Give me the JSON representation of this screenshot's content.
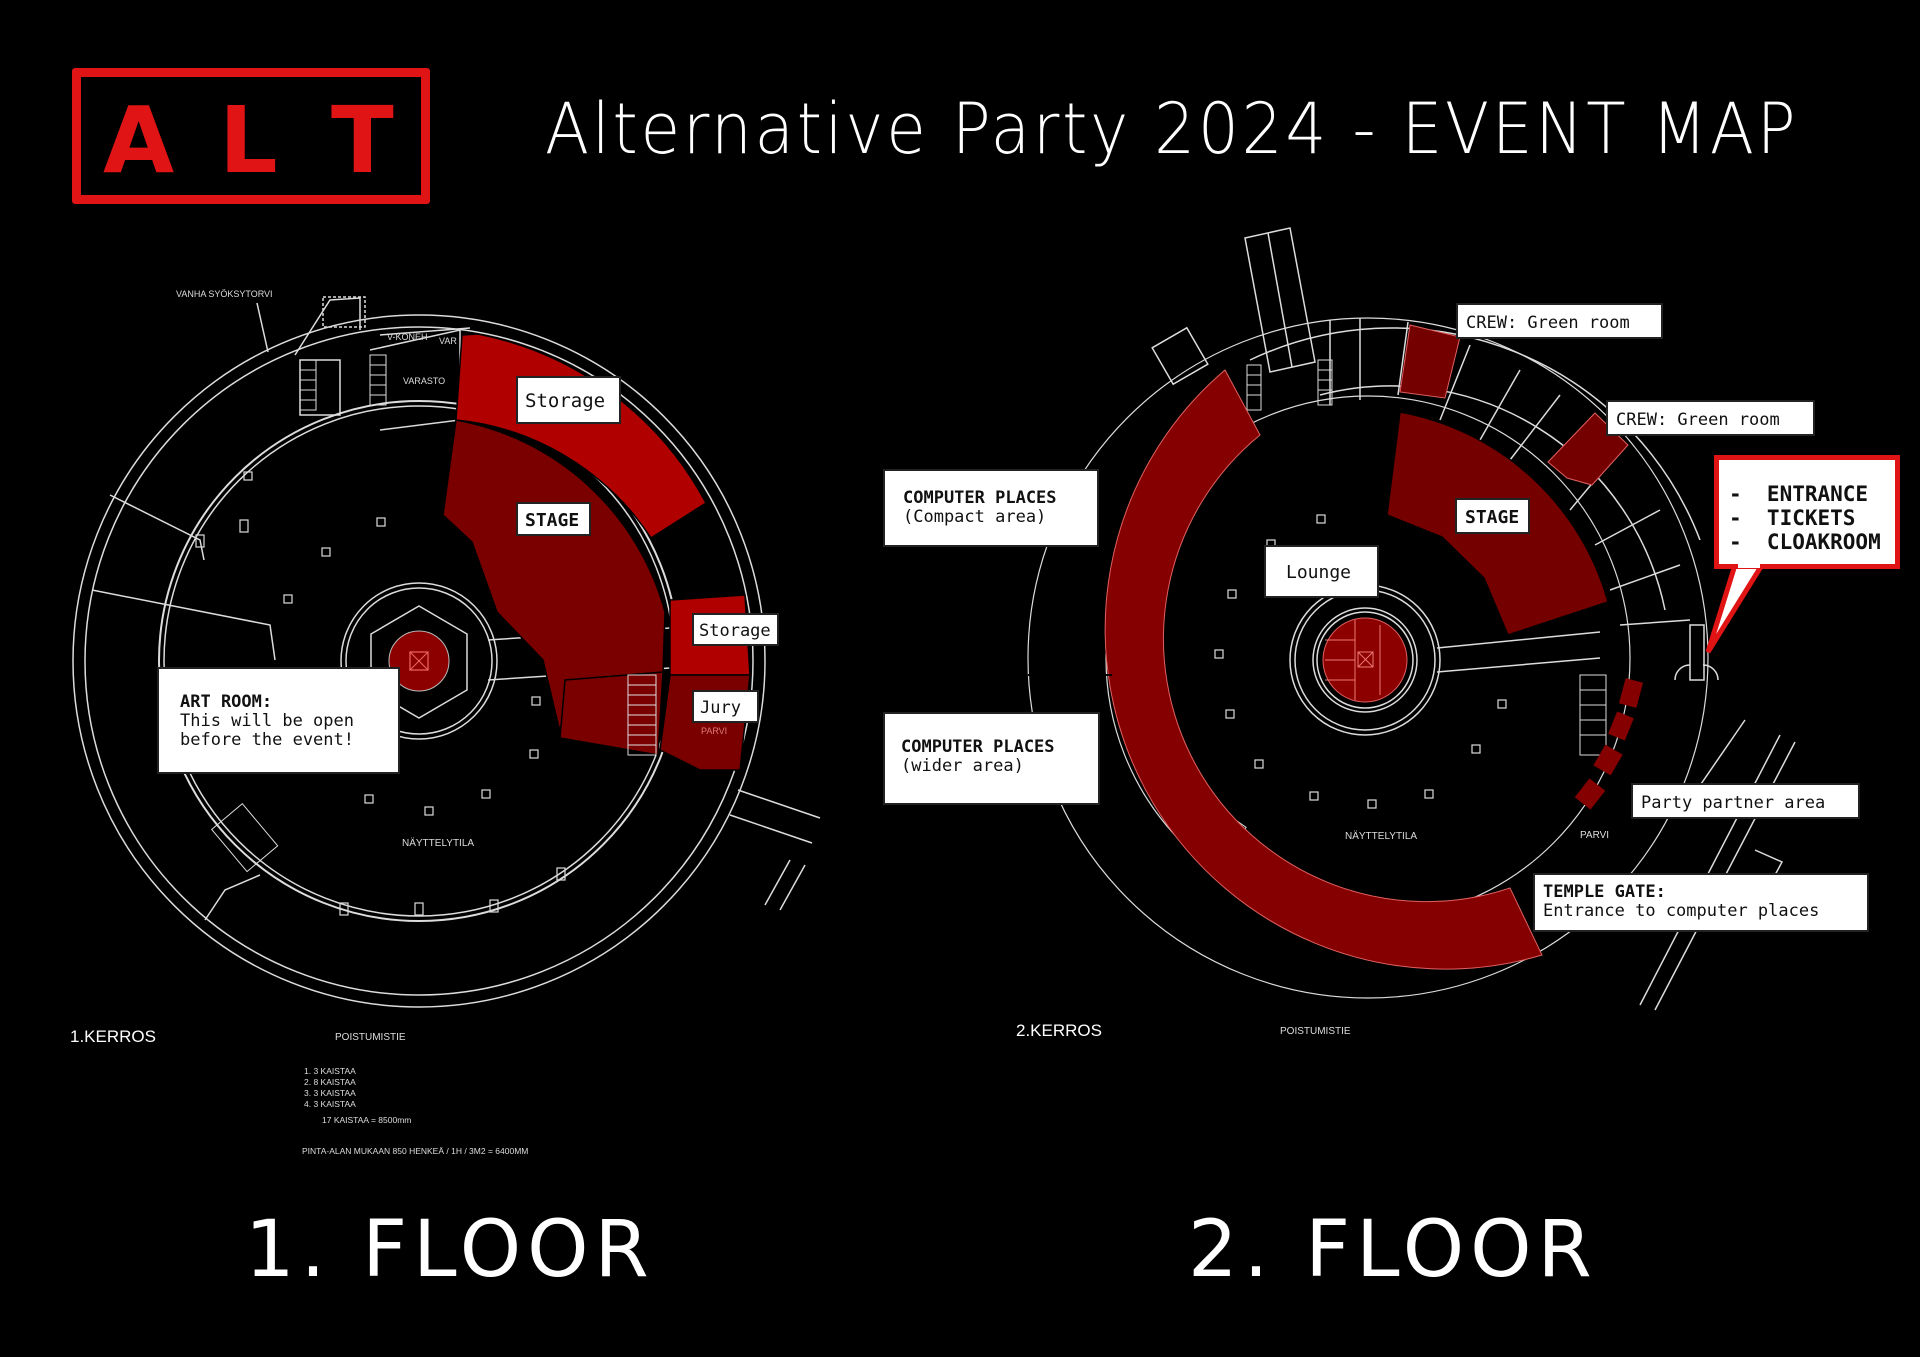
{
  "header": {
    "logo_letters": [
      "A",
      "L",
      "T"
    ],
    "title": "Alternative Party 2024 - EVENT MAP"
  },
  "colors": {
    "background": "#000000",
    "brand_red": "#e01414",
    "zone_bright_red": "#b00000",
    "zone_dark_red": "#7a0000",
    "zone_ring_red": "#850000",
    "linework": "#dddddd"
  },
  "floor1": {
    "heading": "1. FLOOR",
    "plan_code": "1.KERROS",
    "labels": {
      "storage_top": "Storage",
      "stage": "STAGE",
      "storage_right": "Storage",
      "jury": "Jury",
      "art_room_title": "ART ROOM:",
      "art_room_line1": "This will be open",
      "art_room_line2": "before the event!"
    },
    "cad_text": {
      "chimney": "VANHA SYÖKSYTORVI",
      "machine_room": "V-KONEH",
      "var": "VAR",
      "warehouse": "VARASTO",
      "core_warehouse": "VARASTO",
      "balcony": "PARVI",
      "exhibition": "NÄYTTELYTILA",
      "exit_route": "POISTUMISTIE",
      "lanes": [
        "1.    3 KAISTAA",
        "2.    8 KAISTAA",
        "3.    3 KAISTAA",
        "4.    3 KAISTAA"
      ],
      "lanes_total": "17 KAISTAA  =  8500mm",
      "capacity_note": "PINTA-ALAN MUKAAN 850 HENKEÄ / 1H / 3M2 = 6400MM"
    }
  },
  "floor2": {
    "heading": "2. FLOOR",
    "plan_code": "2.KERROS",
    "labels": {
      "crew_green_room_1": "CREW: Green room",
      "crew_green_room_2": "CREW: Green room",
      "computer_compact_title": "COMPUTER PLACES",
      "computer_compact_sub": "(Compact area)",
      "computer_wide_title": "COMPUTER PLACES",
      "computer_wide_sub": "(wider area)",
      "lounge": "Lounge",
      "stage": "STAGE",
      "party_partner": "Party partner area",
      "temple_gate_title": "TEMPLE GATE:",
      "temple_gate_sub": "Entrance to computer places"
    },
    "entrance_callout": "-  ENTRANCE\n-  TICKETS\n-  CLOAKROOM",
    "cad_text": {
      "balcony": "PARVI",
      "exhibition": "NÄYTTELYTILA",
      "exit_route": "POISTUMISTIE"
    }
  }
}
